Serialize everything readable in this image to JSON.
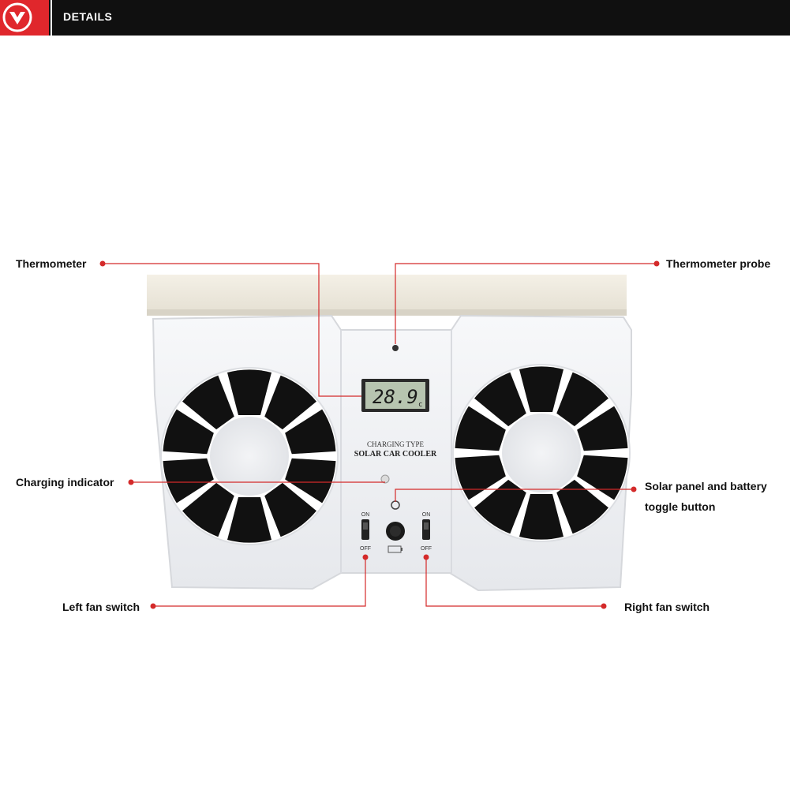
{
  "header": {
    "title": "DETAILS",
    "logo_icon": "chevron-down-in-circle-icon",
    "brand_color": "#e0272c"
  },
  "product": {
    "lcd_reading": "28.9",
    "lcd_unit": "c",
    "type_line": "CHARGING TYPE",
    "name_line": "SOLAR CAR COOLER",
    "switch_on_label": "ON",
    "switch_off_label": "OFF",
    "color": "#f1f2f4"
  },
  "callouts": {
    "line_color": "#d42a2a",
    "thermometer": "Thermometer",
    "thermometer_probe": "Thermometer probe",
    "charging_indicator": "Charging indicator",
    "solar_toggle": "Solar panel and battery toggle button",
    "left_fan_switch": "Left fan switch",
    "right_fan_switch": "Right fan switch"
  }
}
